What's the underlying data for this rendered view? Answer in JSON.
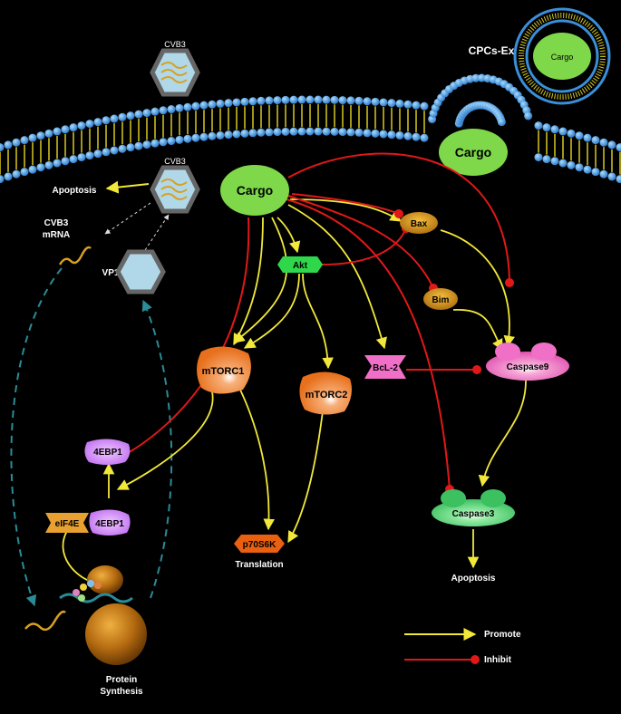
{
  "colors": {
    "background": "#000000",
    "promote": "#f2e83a",
    "inhibit": "#e01818",
    "membrane_head": "#3a8fd8",
    "membrane_tail": "#d8c820",
    "cargo_fill": "#7fd84a",
    "dashed": "#2a8c96"
  },
  "icons": {
    "virus": "hexagon-virus-icon",
    "vp1": "hexagon-capsid-icon",
    "ribosome": "ribosome-icon",
    "mrna": "mrna-strand-icon"
  },
  "labels": {
    "cvb3_top": "CVB3",
    "cvb3_mid": "CVB3",
    "cpcs_ex": "CPCs-Ex",
    "vesicle_cargo": "Cargo",
    "cargo_membrane": "Cargo",
    "cargo_main": "Cargo",
    "apoptosis_left": "Apoptosis",
    "cvb3_mrna_line1": "CVB3",
    "cvb3_mrna_line2": "mRNA",
    "vp1": "VP1",
    "akt": "Akt",
    "bax": "Bax",
    "bim": "Bim",
    "bcl2": "BcL-2",
    "caspase9": "Caspase9",
    "mtorc1": "mTORC1",
    "mtorc2": "mTORC2",
    "fourebp1_top": "4EBP1",
    "eif4e": "eIF4E",
    "fourebp1_bound": "4EBP1",
    "p70s6k": "p70S6K",
    "translation": "Translation",
    "caspase3": "Caspase3",
    "apoptosis_right": "Apoptosis",
    "protein_line1": "Protein",
    "protein_line2": "Synthesis"
  },
  "legend": {
    "promote": "Promote",
    "inhibit": "Inhibit"
  }
}
